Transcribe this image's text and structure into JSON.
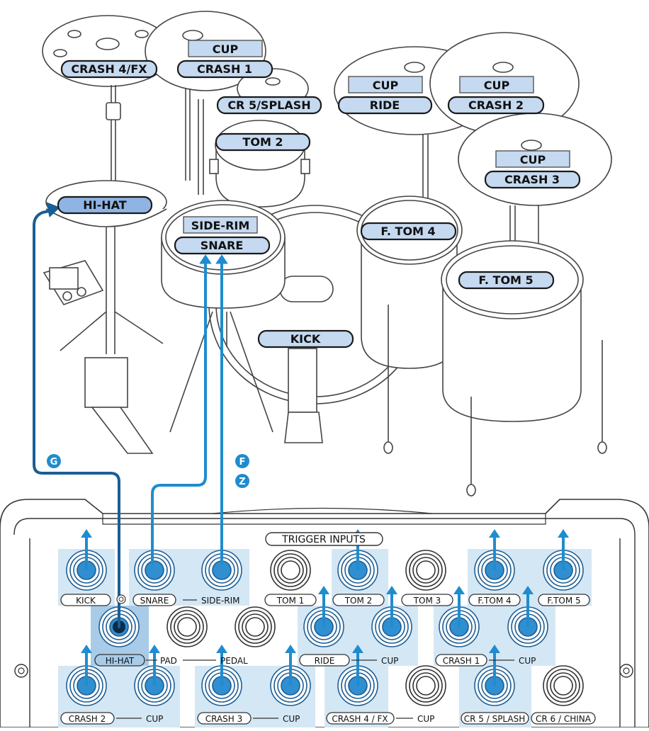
{
  "colors": {
    "label_fill": "#c5d9f0",
    "label_stroke": "#1a1a1a",
    "hihat_fill": "#8fb4e3",
    "cable_light": "#1f8ccf",
    "cable_dark": "#1a5e96",
    "highlight_box": "#d4e7f5",
    "jack_blue": "#2f8fd1",
    "line_gray": "#555555"
  },
  "drum_labels": {
    "crash4fx": "CRASH 4/FX",
    "crash1_cup": "CUP",
    "crash1": "CRASH 1",
    "cr5splash": "CR 5/SPLASH",
    "ride_cup": "CUP",
    "ride": "RIDE",
    "crash2_cup": "CUP",
    "crash2": "CRASH 2",
    "tom2": "TOM 2",
    "crash3_cup": "CUP",
    "crash3": "CRASH 3",
    "hihat": "HI-HAT",
    "siderim": "SIDE-RIM",
    "snare": "SNARE",
    "ftom4": "F. TOM 4",
    "ftom5": "F. TOM 5",
    "kick": "KICK"
  },
  "markers": {
    "g": "G",
    "f": "F",
    "z": "Z"
  },
  "panel": {
    "title": "TRIGGER INPUTS",
    "row1": {
      "kick": "KICK",
      "snare": "SNARE",
      "siderim": "SIDE-RIM",
      "tom1": "TOM 1",
      "tom2": "TOM 2",
      "tom3": "TOM 3",
      "ftom4": "F.TOM 4",
      "ftom5": "F.TOM 5"
    },
    "row2": {
      "hihat": "HI-HAT",
      "pad": "PAD",
      "pedal": "PEDAL",
      "ride": "RIDE",
      "ride_cup": "CUP",
      "crash1": "CRASH 1",
      "crash1_cup": "CUP"
    },
    "row3": {
      "crash2": "CRASH 2",
      "crash2_cup": "CUP",
      "crash3": "CRASH 3",
      "crash3_cup": "CUP",
      "crash4fx": "CRASH 4 / FX",
      "crash4fx_cup": "CUP",
      "cr5splash": "CR 5 / SPLASH",
      "cr6china": "CR 6 / CHINA"
    }
  }
}
